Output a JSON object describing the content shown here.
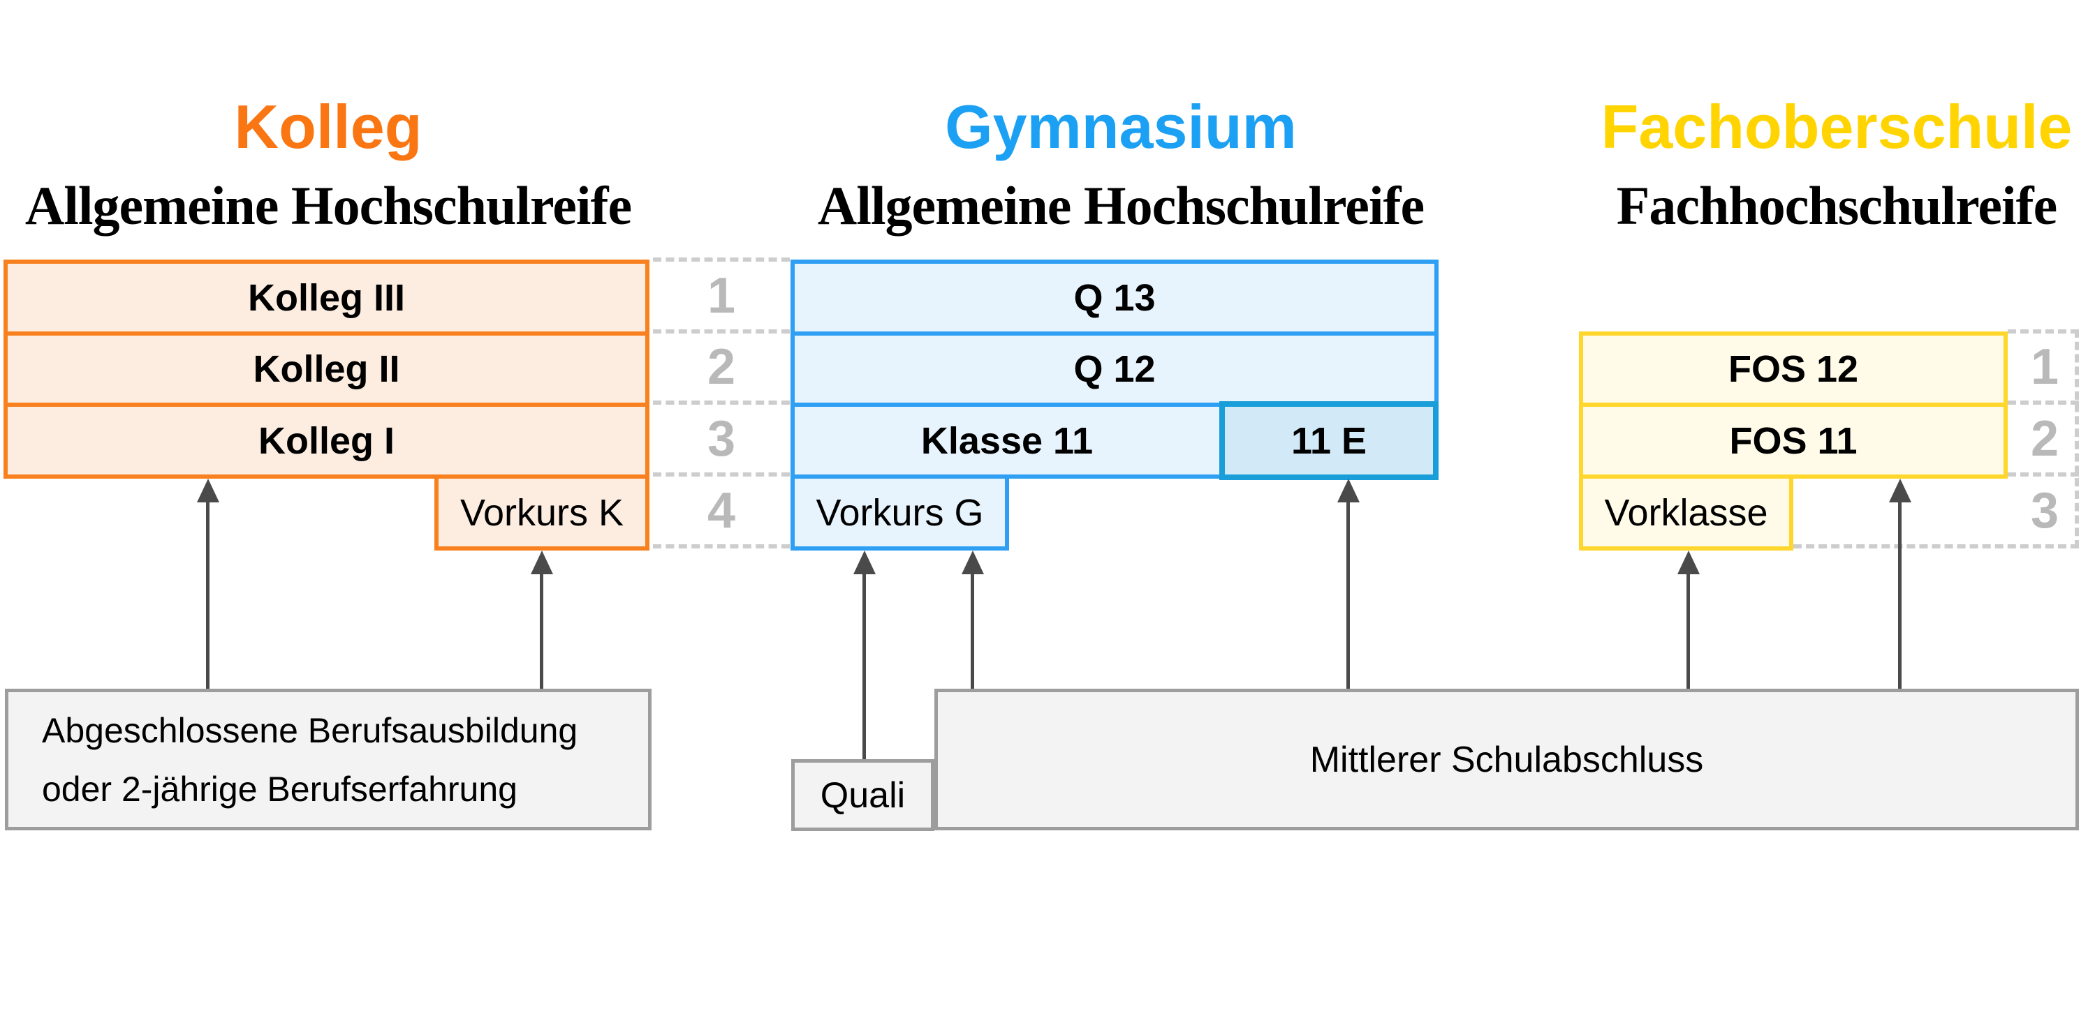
{
  "columns": [
    {
      "title": "Kolleg",
      "title_color": "#f97613",
      "qualification": "Allgemeine Hochschulreife",
      "rows": [
        {
          "label": "Kolleg III"
        },
        {
          "label": "Kolleg II"
        },
        {
          "label": "Kolleg I"
        },
        {
          "label": "Vorkurs K"
        }
      ]
    },
    {
      "title": "Gymnasium",
      "title_color": "#1ba0f3",
      "qualification": "Allgemeine Hochschulreife",
      "rows": [
        {
          "label": "Q 13"
        },
        {
          "label": "Q 12"
        },
        {
          "label": "Klasse 11"
        },
        {
          "label": "11 E"
        },
        {
          "label": "Vorkurs G"
        }
      ]
    },
    {
      "title": "Fachoberschule",
      "title_color": "#ffd400",
      "qualification": "Fachhochschulreife",
      "rows": [
        {
          "label": "FOS 12"
        },
        {
          "label": "FOS 11"
        },
        {
          "label": "Vorklasse"
        }
      ]
    }
  ],
  "year_scale_left": [
    "1",
    "2",
    "3",
    "4"
  ],
  "year_scale_right": [
    "1",
    "2",
    "3"
  ],
  "entry_boxes": {
    "berufsausbildung": {
      "line1": "Abgeschlossene Berufsausbildung",
      "line2": "oder 2-jährige Berufserfahrung"
    },
    "quali": {
      "label": "Quali"
    },
    "mittlerer": {
      "label": "Mittlerer Schulabschluss"
    }
  },
  "colors": {
    "kolleg_border": "#f8801f",
    "kolleg_fill": "#fcede0",
    "gymnasium_border": "#2e9ff3",
    "gymnasium_fill": "#e8f4fd",
    "einfuehrung_border": "#1a9ed9",
    "einfuehrung_fill": "#d2e9f7",
    "fos_border": "#ffd62b",
    "fos_fill": "#fffbe8",
    "entry_border": "#9d9d9d",
    "entry_fill": "#f3f3f3",
    "scale_number": "#b9b9b9",
    "dashed_line": "#cdcdcd",
    "arrow": "#4a4a4a"
  }
}
